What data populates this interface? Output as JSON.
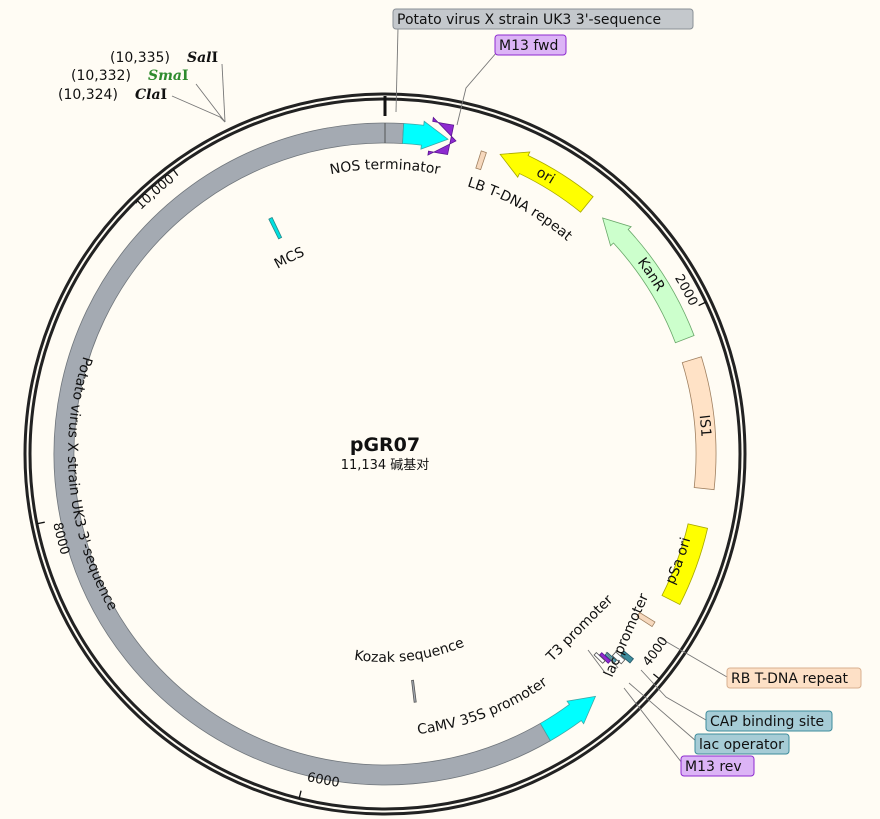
{
  "plasmid": {
    "name": "pGR07",
    "length_bp": 11134,
    "length_label": "11,134 碱基对"
  },
  "ticks": [
    {
      "bp": 2000,
      "label": "2000"
    },
    {
      "bp": 4000,
      "label": "4000"
    },
    {
      "bp": 6000,
      "label": "6000"
    },
    {
      "bp": 8000,
      "label": "8000"
    },
    {
      "bp": 10000,
      "label": "10,000"
    }
  ],
  "restriction_sites": [
    {
      "position": "(10,335)",
      "enzyme_italic": "Sal",
      "enzyme_suffix": "I",
      "color": "#111111"
    },
    {
      "position": "(10,332)",
      "enzyme_italic": "Sma",
      "enzyme_suffix": "I",
      "color": "#2e8b2e"
    },
    {
      "position": "(10,324)",
      "enzyme_italic": "Cla",
      "enzyme_suffix": "I",
      "color": "#111111"
    }
  ],
  "features": [
    {
      "id": "pvx",
      "label": "Potato virus X strain UK3 3'-sequence",
      "start": 4640,
      "end": 11234,
      "strand": 0,
      "fill": "#a4aab2",
      "stroke": "#6f757b"
    },
    {
      "id": "nos",
      "label": "NOS terminator",
      "start": 100,
      "end": 350,
      "strand": 1,
      "fill": "#00ffff",
      "stroke": "#3aa8a8"
    },
    {
      "id": "m13fwd",
      "label": "M13 fwd",
      "start": 365,
      "end": 395,
      "strand": 1,
      "fill": "#8e2ad0",
      "stroke": "#5a1490"
    },
    {
      "id": "lb",
      "label": "LB T-DNA repeat",
      "start": 545,
      "end": 575,
      "strand": 0,
      "fill": "#f6d8bd",
      "stroke": "#a08060"
    },
    {
      "id": "ori",
      "label": "ori",
      "start": 650,
      "end": 1205,
      "strand": -1,
      "fill": "#ffff00",
      "stroke": "#a8a800"
    },
    {
      "id": "kanr",
      "label": "KanR",
      "start": 1320,
      "end": 2135,
      "strand": -1,
      "fill": "#ccffcc",
      "stroke": "#6aa86a"
    },
    {
      "id": "is1",
      "label": "IS1",
      "start": 2255,
      "end": 2975,
      "strand": 0,
      "fill": "#ffe2c6",
      "stroke": "#a08060"
    },
    {
      "id": "psa",
      "label": "pSa ori",
      "start": 3185,
      "end": 3620,
      "strand": 0,
      "fill": "#ffff00",
      "stroke": "#a8a800"
    },
    {
      "id": "rb",
      "label": "RB T-DNA repeat",
      "start": 3770,
      "end": 3800,
      "strand": 0,
      "fill": "#f6d8bd",
      "stroke": "#a08060"
    },
    {
      "id": "cap",
      "label": "CAP binding site",
      "start": 4005,
      "end": 4035,
      "strand": 0,
      "fill": "#3e8c9c",
      "stroke": "#245868"
    },
    {
      "id": "lacprom",
      "label": "lac promoter",
      "start": 4040,
      "end": 4070,
      "strand": 0,
      "fill": "#ffffff",
      "stroke": "#555555"
    },
    {
      "id": "lacop",
      "label": "lac operator",
      "start": 4075,
      "end": 4095,
      "strand": 0,
      "fill": "#5aa8b8",
      "stroke": "#245868"
    },
    {
      "id": "m13rev",
      "label": "M13 rev",
      "start": 4098,
      "end": 4118,
      "strand": 0,
      "fill": "#8e2ad0",
      "stroke": "#5a1490"
    },
    {
      "id": "t3",
      "label": "T3 promoter",
      "start": 4120,
      "end": 4140,
      "strand": 0,
      "fill": "#ffffff",
      "stroke": "#555555"
    },
    {
      "id": "camv",
      "label": "CaMV 35S promoter",
      "start": 4300,
      "end": 4640,
      "strand": -1,
      "fill": "#00ffff",
      "stroke": "#3aa8a8"
    },
    {
      "id": "mcs",
      "label": "MCS",
      "start": 10320,
      "end": 10345,
      "strand": 0,
      "fill": "#00e0e0",
      "stroke": "#2a8888",
      "inner": true
    },
    {
      "id": "kozak",
      "label": "Kozak sequence",
      "start": 5345,
      "end": 5360,
      "strand": 0,
      "fill": "#a4aab2",
      "stroke": "#555555",
      "inner": true
    }
  ],
  "callouts": {
    "pvx": {
      "label": "Potato virus X strain UK3 3'-sequence",
      "fill": "#c4c8cc",
      "stroke": "#8a9096"
    },
    "m13fwd": {
      "label": "M13 fwd",
      "fill": "#dcb4f6",
      "stroke": "#8e2ad0"
    },
    "rb": {
      "label": "RB T-DNA repeat",
      "fill": "#fde0c6",
      "stroke": "#d8b090"
    },
    "cap": {
      "label": "CAP binding site",
      "fill": "#a6ccd6",
      "stroke": "#3e8c9c"
    },
    "lacop": {
      "label": "lac operator",
      "fill": "#a6ccd6",
      "stroke": "#3e8c9c"
    },
    "m13rev": {
      "label": "M13 rev",
      "fill": "#dcb4f6",
      "stroke": "#8e2ad0"
    }
  }
}
